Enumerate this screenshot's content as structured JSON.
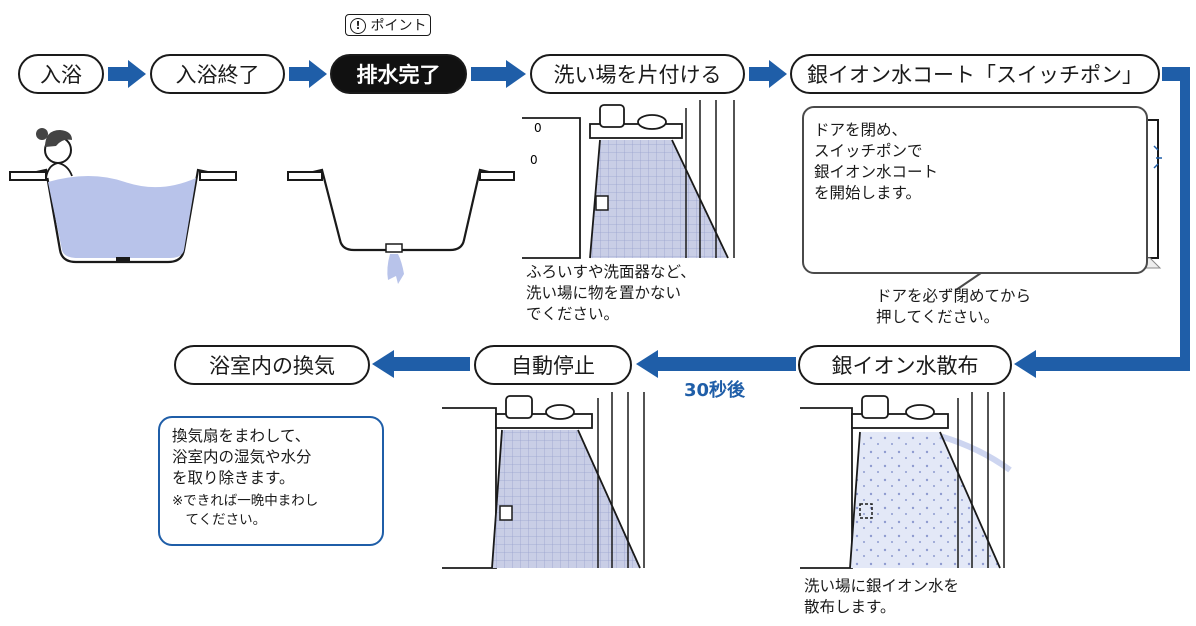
{
  "steps": {
    "s1": "入浴",
    "s2": "入浴終了",
    "s3": "排水完了",
    "s4": "洗い場を片付ける",
    "s5": "銀イオン水コート「スイッチポン」",
    "s6": "銀イオン水散布",
    "s7": "自動停止",
    "s8": "浴室内の換気"
  },
  "point_label": "ポイント",
  "point_symbol": "!",
  "notes": {
    "tidy": "ふろいすや洗面器など、\n洗い場に物を置かない\nでください。",
    "door_callout": "ドアを閉め、\nスイッチポンで\n銀イオン水コート\nを開始します。",
    "press": "ドアを必ず閉めてから\n押してください。",
    "delay": "30秒後",
    "spray": "洗い場に銀イオン水を\n散布します。",
    "vent_main": "換気扇をまわして、\n浴室内の湿気や水分\nを取り除きます。",
    "vent_sub": "※できれば一晩中まわし\n　てください。"
  },
  "colors": {
    "arrow": "#1f5ea8",
    "water": "#b8c3ea",
    "floor": "#c9cee6",
    "outline": "#1a1a1a"
  }
}
